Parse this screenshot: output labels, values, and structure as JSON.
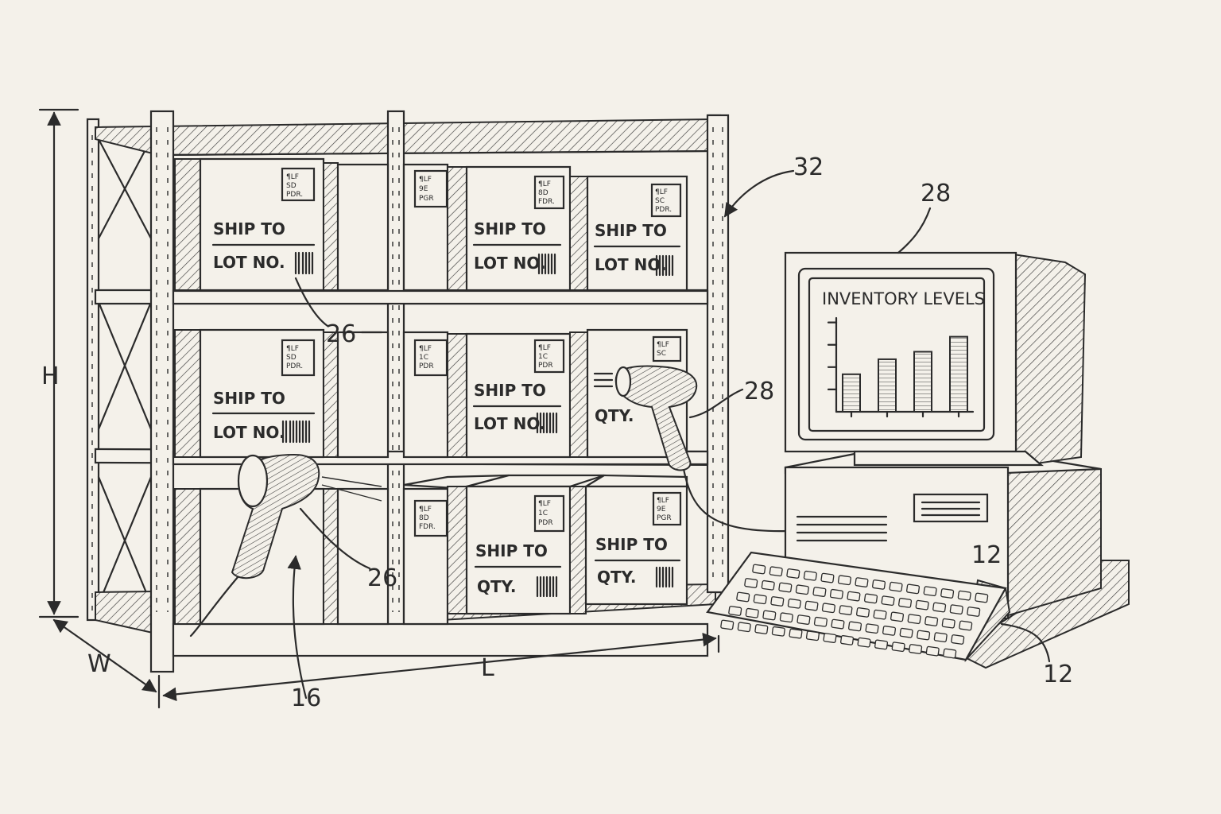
{
  "dimensions": {
    "height": "H",
    "width": "W",
    "length": "L"
  },
  "reference_numerals": {
    "shelf_upright": "32",
    "monitor": "28",
    "scanner_right": "28",
    "box_label_upper": "26",
    "box_label_lower": "26",
    "scanner_left": "16",
    "computer_unit": "12",
    "keyboard": "12"
  },
  "box_labels": {
    "ship_to": "SHIP TO",
    "lot_no": "LOT NO.",
    "qty": "QTY."
  },
  "qr_text": {
    "a": [
      "¶LF",
      "SD",
      "PDR."
    ],
    "b": [
      "¶LF",
      "9E",
      "PGR"
    ],
    "c": [
      "¶LF",
      "8D",
      "FDR."
    ],
    "d": [
      "¶LF",
      "SC",
      "PDR."
    ],
    "e": [
      "¶LF",
      "1C",
      "PDR"
    ]
  },
  "screen": {
    "title": "INVENTORY LEVELS"
  },
  "chart_data": {
    "type": "bar",
    "title": "INVENTORY LEVELS",
    "categories": [
      "",
      "",
      "",
      ""
    ],
    "values": [
      2,
      2.8,
      3.2,
      4
    ],
    "ylim": [
      0,
      5
    ],
    "grid": false
  }
}
